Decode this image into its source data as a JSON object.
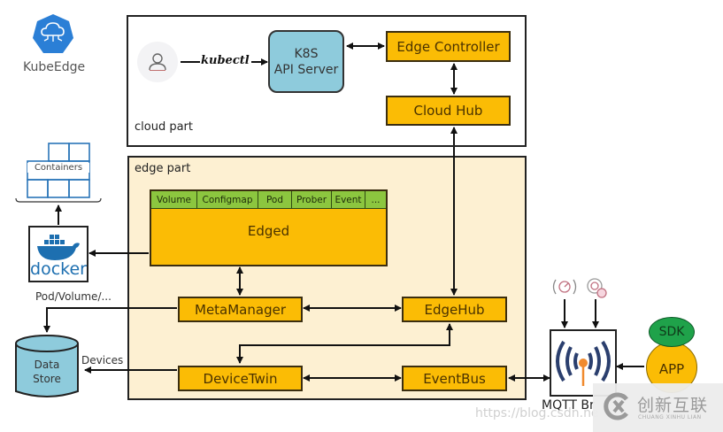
{
  "logo": {
    "name": "KubeEdge",
    "icon": "kubeedge-cloud-logo-icon",
    "color": "#2b7fd6"
  },
  "cloud_part": {
    "label": "cloud part",
    "user": {
      "icon": "user-icon"
    },
    "kubectl_label": "kubectl",
    "api_server": {
      "line1": "K8S",
      "line2": "API Server"
    },
    "edge_controller": "Edge Controller",
    "cloud_hub": "Cloud Hub"
  },
  "edge_part": {
    "label": "edge part",
    "edged": {
      "title": "Edged",
      "modules": [
        "Volume",
        "Configmap",
        "Pod",
        "Prober",
        "Event",
        "..."
      ]
    },
    "meta_manager": "MetaManager",
    "edge_hub": "EdgeHub",
    "device_twin": "DeviceTwin",
    "event_bus": "EventBus"
  },
  "left": {
    "containers": "Containers",
    "docker": "docker",
    "pod_volume_label": "Pod/Volume/...",
    "devices_label": "Devices",
    "data_store": {
      "line1": "Data",
      "line2": "Store"
    }
  },
  "right": {
    "mqtt_broker": "MQTT Br",
    "sdk": "SDK",
    "app": "APP",
    "sensor_icons": [
      "radar-sensor-icon",
      "smart-device-icon"
    ]
  },
  "watermark": {
    "url": "https://blog.csdn.ne",
    "brand_cn": "创新互联",
    "brand_en": "CHUANG XINHU LIAN"
  },
  "colors": {
    "module_orange": "#fbbc05",
    "edge_bg": "#fdf0d2",
    "api_blue": "#8ecbdc",
    "tab_green": "#8cc63f",
    "sdk_green": "#1fa24a"
  }
}
